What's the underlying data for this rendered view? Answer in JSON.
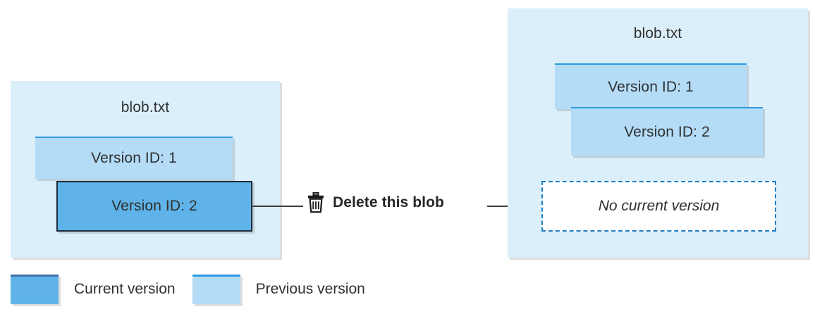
{
  "diagram": {
    "before_panel": {
      "title": "blob.txt",
      "versions": [
        {
          "label": "Version ID: 1",
          "state": "previous"
        },
        {
          "label": "Version ID: 2",
          "state": "current"
        }
      ]
    },
    "after_panel": {
      "title": "blob.txt",
      "versions": [
        {
          "label": "Version ID: 1",
          "state": "previous"
        },
        {
          "label": "Version ID: 2",
          "state": "previous"
        }
      ],
      "placeholder": "No current version"
    },
    "action": {
      "icon": "trash-icon",
      "label": "Delete this blob"
    },
    "legend": [
      {
        "label": "Current version",
        "state": "current",
        "color": "#5fb3e8"
      },
      {
        "label": "Previous version",
        "state": "previous",
        "color": "#b4dcf7"
      }
    ],
    "colors": {
      "panel_background": "#dbeffa",
      "current_version": "#5fb3e8",
      "previous_version": "#b4dcf7",
      "previous_border": "#2c9ade",
      "current_border": "#1b2a3a",
      "dashed_border": "#1f7fc4",
      "connector": "#3b3b3b",
      "text": "#2f2f2f"
    }
  }
}
